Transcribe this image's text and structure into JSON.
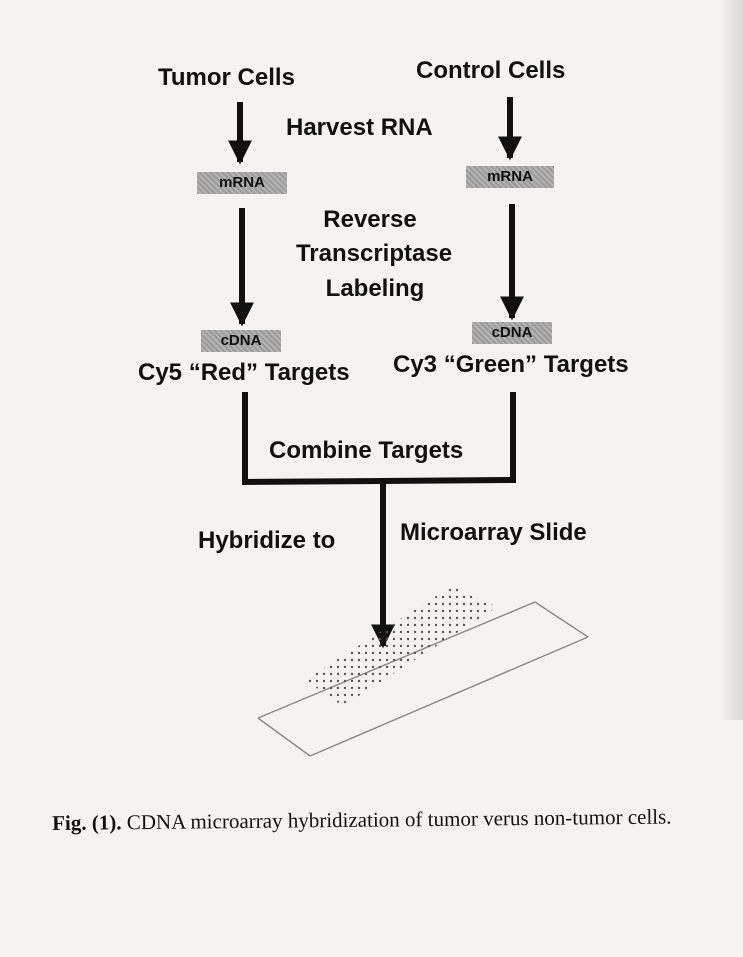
{
  "diagram": {
    "source_left": "Tumor Cells",
    "source_right": "Control Cells",
    "step_harvest": "Harvest RNA",
    "mrna_left": "mRNA",
    "mrna_right": "mRNA",
    "step_rt_line1": "Reverse",
    "step_rt_line2": "Transcriptase",
    "step_rt_line3": "Labeling",
    "cdna_left": "cDNA",
    "cdna_right": "cDNA",
    "target_left": "Cy5 “Red” Targets",
    "target_right": "Cy3 “Green” Targets",
    "step_combine": "Combine Targets",
    "hybridize_left": "Hybridize to",
    "hybridize_right": "Microarray Slide"
  },
  "caption": {
    "label": "Fig. (1).",
    "text": " CDNA microarray hybridization of tumor verus non-tumor cells."
  }
}
